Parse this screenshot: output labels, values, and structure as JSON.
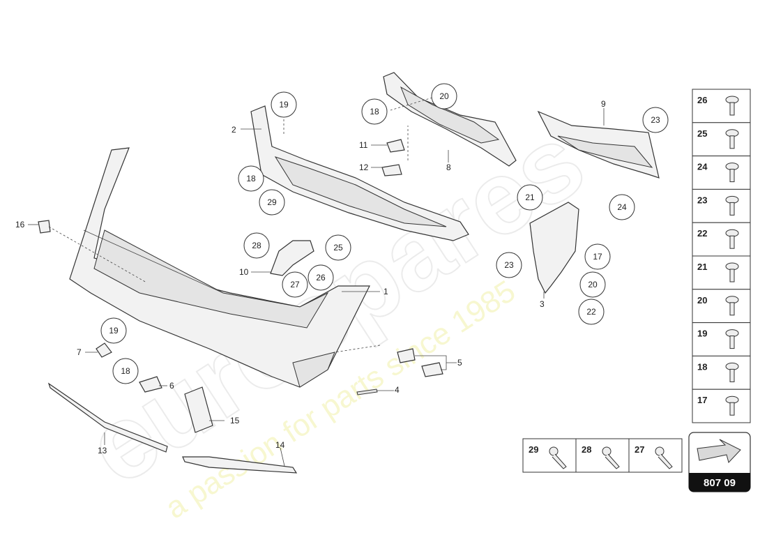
{
  "diagram": {
    "watermark": {
      "brand": "eurospares",
      "tagline": "a passion for parts since 1985"
    },
    "page_code": "807 09",
    "callouts": [
      {
        "id": "c1",
        "label": "1"
      },
      {
        "id": "c2",
        "label": "2"
      },
      {
        "id": "c3",
        "label": "3"
      },
      {
        "id": "c4",
        "label": "4"
      },
      {
        "id": "c5",
        "label": "5"
      },
      {
        "id": "c6",
        "label": "6"
      },
      {
        "id": "c7",
        "label": "7"
      },
      {
        "id": "c8",
        "label": "8"
      },
      {
        "id": "c9",
        "label": "9"
      },
      {
        "id": "c10",
        "label": "10"
      },
      {
        "id": "c11",
        "label": "11"
      },
      {
        "id": "c12",
        "label": "12"
      },
      {
        "id": "c13",
        "label": "13"
      },
      {
        "id": "c14",
        "label": "14"
      },
      {
        "id": "c15",
        "label": "15"
      },
      {
        "id": "c16",
        "label": "16"
      },
      {
        "id": "r19a",
        "label": "19"
      },
      {
        "id": "r18a",
        "label": "18"
      },
      {
        "id": "r29a",
        "label": "29"
      },
      {
        "id": "r20a",
        "label": "20"
      },
      {
        "id": "r18b",
        "label": "18"
      },
      {
        "id": "r23a",
        "label": "23"
      },
      {
        "id": "r28a",
        "label": "28"
      },
      {
        "id": "r25a",
        "label": "25"
      },
      {
        "id": "r27a",
        "label": "27"
      },
      {
        "id": "r26a",
        "label": "26"
      },
      {
        "id": "r21a",
        "label": "21"
      },
      {
        "id": "r24a",
        "label": "24"
      },
      {
        "id": "r23b",
        "label": "23"
      },
      {
        "id": "r17a",
        "label": "17"
      },
      {
        "id": "r20b",
        "label": "20"
      },
      {
        "id": "r22a",
        "label": "22"
      },
      {
        "id": "r19b",
        "label": "19"
      },
      {
        "id": "r18c",
        "label": "18"
      }
    ],
    "hardware_column": [
      "26",
      "25",
      "24",
      "23",
      "22",
      "21",
      "20",
      "19",
      "18",
      "17"
    ],
    "hardware_row": [
      "29",
      "28",
      "27"
    ]
  }
}
